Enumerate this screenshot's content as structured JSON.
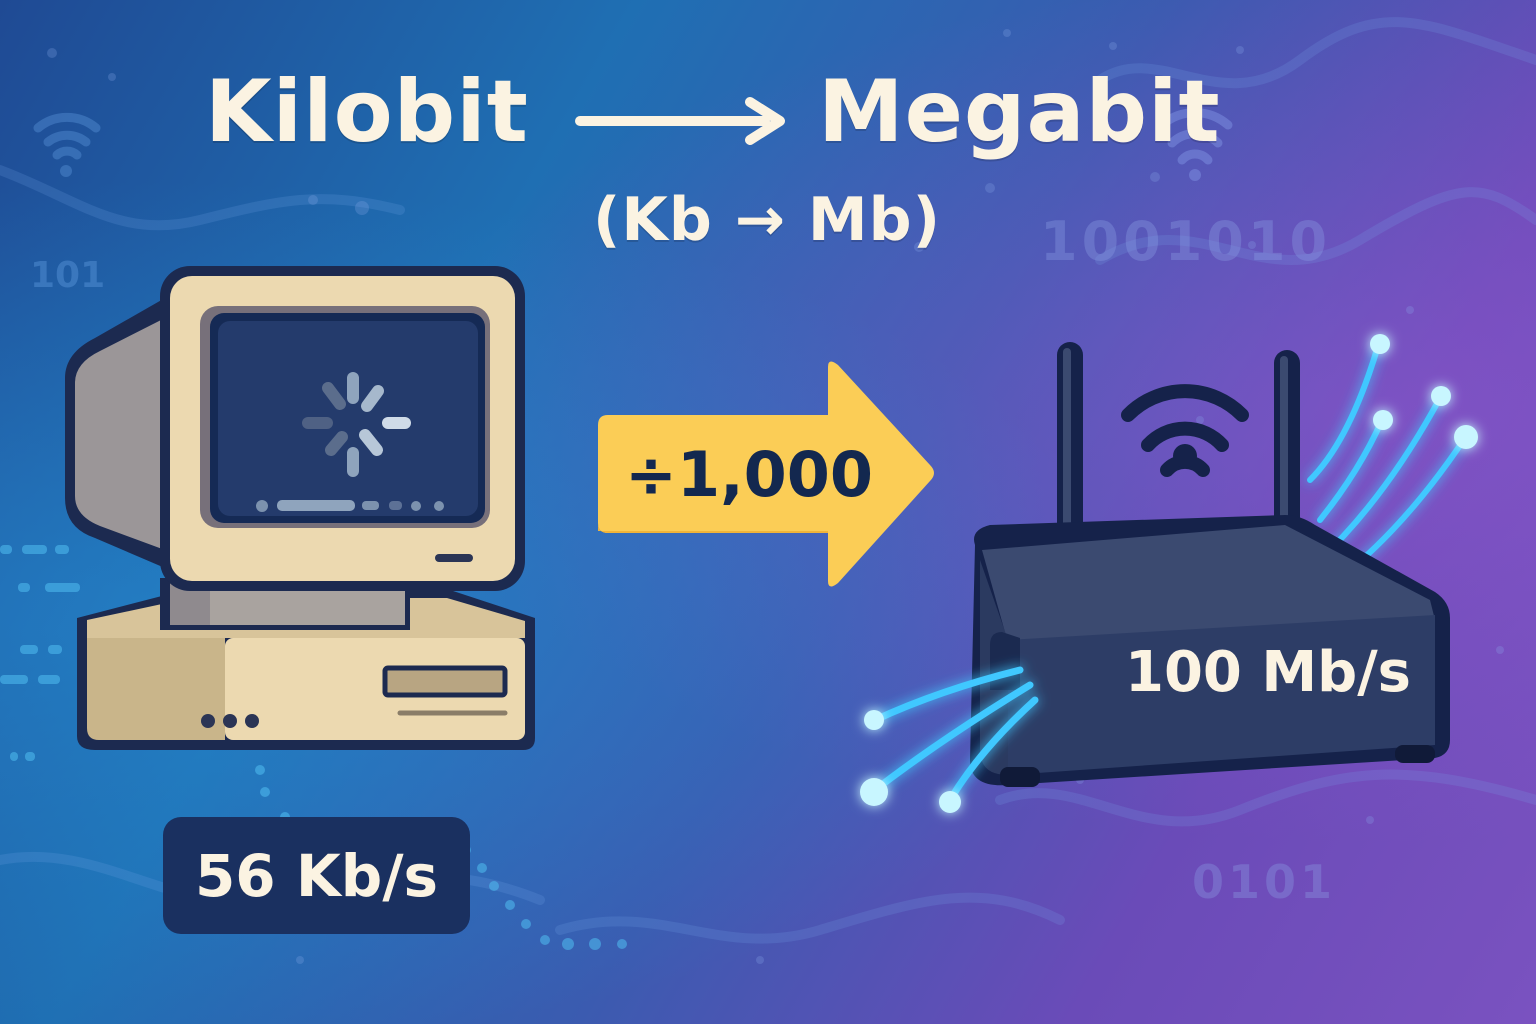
{
  "header": {
    "left_term": "Kilobit",
    "right_term": "Megabit",
    "subtitle": "(Kb → Mb)"
  },
  "conversion": {
    "operation_label": "÷1,000"
  },
  "left_device": {
    "name": "retro computer",
    "speed_label": "56 Kb/s"
  },
  "right_device": {
    "name": "wifi router",
    "speed_label": "100 Mb/s"
  },
  "decorations": {
    "binary_left": "101",
    "binary_top_right": "1001010",
    "binary_bottom_right": "0101"
  },
  "colors": {
    "title_text": "#fbf3e2",
    "arrow_yellow": "#fbcd56",
    "badge_navy": "#1a3060",
    "fiber_glow": "#3fd0ff",
    "computer_beige": "#ecd9b0"
  }
}
